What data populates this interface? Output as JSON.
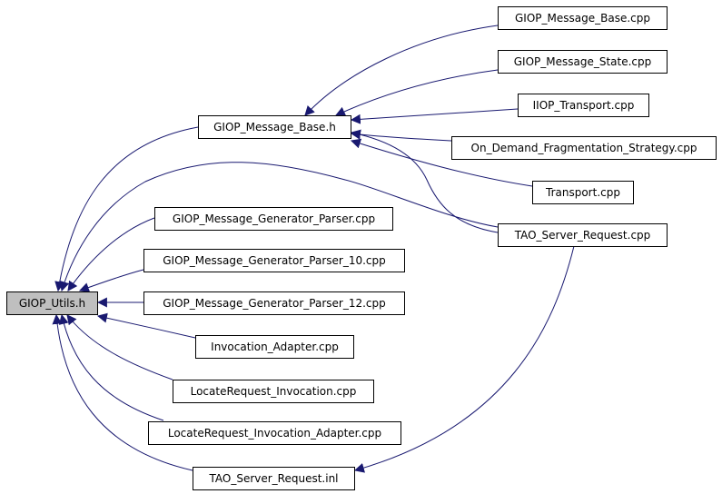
{
  "graph": {
    "edge_color": "#191970",
    "focus_fill": "#bfbfbf",
    "nodes": {
      "giop_utils_h": "GIOP_Utils.h",
      "giop_message_base_h": "GIOP_Message_Base.h",
      "giop_message_base_cpp": "GIOP_Message_Base.cpp",
      "giop_message_state_cpp": "GIOP_Message_State.cpp",
      "iiop_transport_cpp": "IIOP_Transport.cpp",
      "on_demand_fragmentation_strategy_cpp": "On_Demand_Fragmentation_Strategy.cpp",
      "transport_cpp": "Transport.cpp",
      "tao_server_request_cpp": "TAO_Server_Request.cpp",
      "giop_message_generator_parser_cpp": "GIOP_Message_Generator_Parser.cpp",
      "giop_message_generator_parser_10_cpp": "GIOP_Message_Generator_Parser_10.cpp",
      "giop_message_generator_parser_12_cpp": "GIOP_Message_Generator_Parser_12.cpp",
      "invocation_adapter_cpp": "Invocation_Adapter.cpp",
      "locaterequest_invocation_cpp": "LocateRequest_Invocation.cpp",
      "locaterequest_invocation_adapter_cpp": "LocateRequest_Invocation_Adapter.cpp",
      "tao_server_request_inl": "TAO_Server_Request.inl"
    }
  }
}
